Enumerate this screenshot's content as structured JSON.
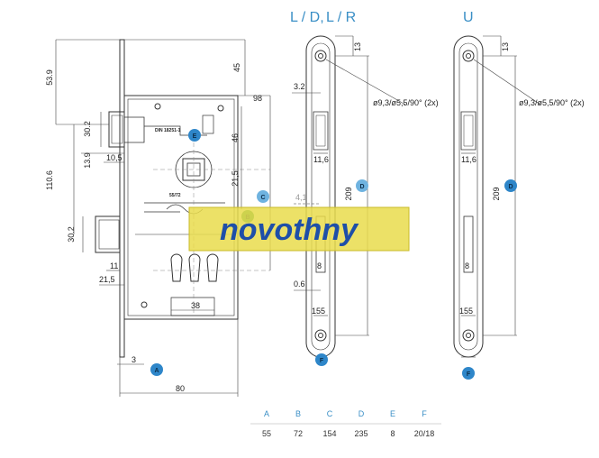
{
  "views": {
    "ld_header": [
      "L / D,",
      "L / R"
    ],
    "u_header": "U"
  },
  "dimensions": {
    "d53_9": "53.9",
    "d45": "45",
    "d98": "98",
    "d46": "46",
    "d21_5a": "21,5",
    "d110_6": "110.6",
    "d30_2a": "30.2",
    "d13_9": "13.9",
    "d10_5": "10,5",
    "d30_2b": "30.2",
    "d11": "11",
    "d21_5b": "21,5",
    "d38": "38",
    "d3": "3",
    "d80": "80",
    "din": "DIN 18251-1",
    "d55_72": "55/72",
    "d13a": "13",
    "d3_2": "3.2",
    "hole_a": "ø9,3/ø5,5/90° (2x)",
    "d11_6a": "11,6",
    "d209a": "209",
    "d4_1": "4,1",
    "d8a": "8",
    "d0_6": "0.6",
    "d155a": "155",
    "d13b": "13",
    "hole_b": "ø9,3/ø5,5/90° (2x)",
    "d11_6b": "11,6",
    "d209b": "209",
    "d8b": "8",
    "d155b": "155"
  },
  "markers": {
    "A": "A",
    "B": "B",
    "C": "C",
    "D1": "D",
    "D2": "D",
    "E": "E",
    "F1": "F",
    "F2": "F"
  },
  "watermark": "novothny",
  "table": {
    "headers": [
      "A",
      "B",
      "C",
      "D",
      "E",
      "F"
    ],
    "values": [
      "55",
      "72",
      "154",
      "235",
      "8",
      "20/18"
    ]
  },
  "colors": {
    "accent": "#3a8fc6",
    "bubble": "#2e86c9",
    "watermark_bg": "#e9dc4c",
    "watermark_text": "#1e4fa8"
  }
}
